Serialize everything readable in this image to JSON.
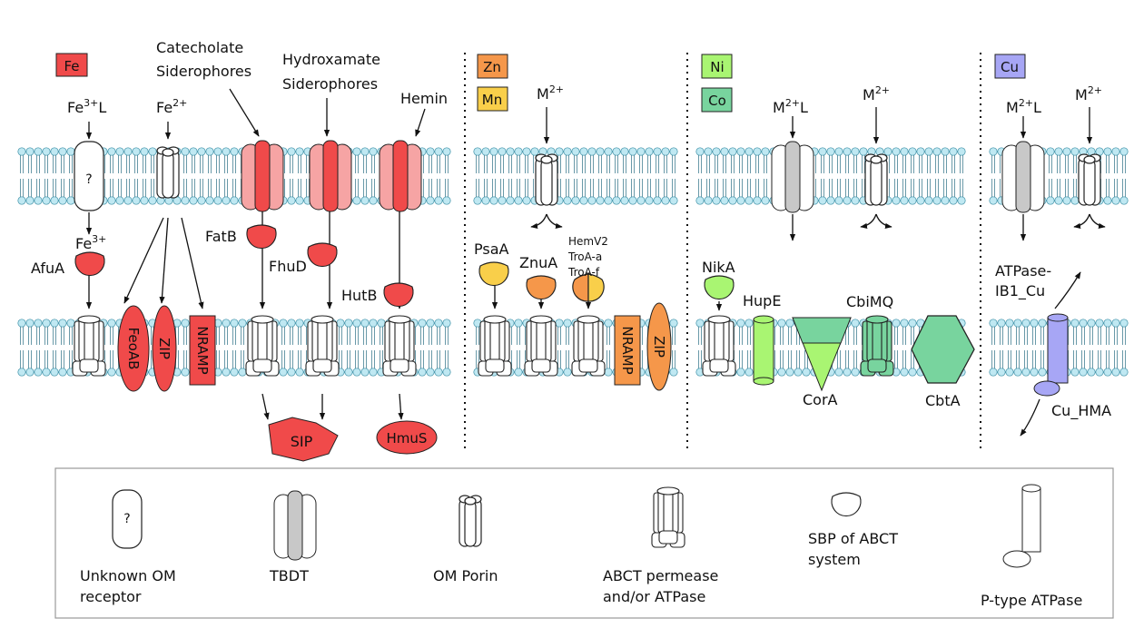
{
  "colors": {
    "fe": "#f04a4a",
    "fe_light": "#f6a4a4",
    "zn": "#f5974a",
    "mn": "#f9cf4a",
    "ni": "#a9f572",
    "co": "#78d49e",
    "cu": "#a7a6f5",
    "lipid": "#bfe8f2",
    "tbdt_plug": "#c8c8c8"
  },
  "sections": {
    "fe": "Fe",
    "zn": "Zn",
    "mn": "Mn",
    "ni": "Ni",
    "co": "Co",
    "cu": "Cu"
  },
  "substrates": {
    "fe3l_base": "Fe",
    "fe3l_sup": "3+",
    "fe3l_tail": "L",
    "fe2_base": "Fe",
    "fe2_sup": "2+",
    "catechol_1": "Catecholate",
    "catechol_2": "Siderophores",
    "hydrox_1": "Hydroxamate",
    "hydrox_2": "Siderophores",
    "hemin": "Hemin",
    "fe3_base": "Fe",
    "fe3_sup": "3+",
    "m2_base": "M",
    "m2_sup": "2+",
    "m2l_tail": "L"
  },
  "proteins": {
    "unknown_q": "?",
    "afua": "AfuA",
    "fatb": "FatB",
    "fhud": "FhuD",
    "hutb": "HutB",
    "feoab": "FeoAB",
    "zip": "ZIP",
    "nramp": "NRAMP",
    "sip": "SIP",
    "hmus": "HmuS",
    "psaa": "PsaA",
    "znua": "ZnuA",
    "hemv2": "HemV2",
    "troa_a": "TroA-a",
    "troa_f": "TroA-f",
    "nika": "NikA",
    "hupe": "HupE",
    "cbimq": "CbiMQ",
    "cora": "CorA",
    "cbta": "CbtA",
    "atpase_1": "ATPase-",
    "atpase_2": "IB1_Cu",
    "cu_hma": "Cu_HMA"
  },
  "legend": {
    "unknown_q": "?",
    "unknown_1": "Unknown OM",
    "unknown_2": "receptor",
    "tbdt": "TBDT",
    "porin": "OM Porin",
    "abct_1": "ABCT permease",
    "abct_2": "and/or ATPase",
    "sbp_1": "SBP of ABCT",
    "sbp_2": "system",
    "ptype": "P-type ATPase"
  }
}
